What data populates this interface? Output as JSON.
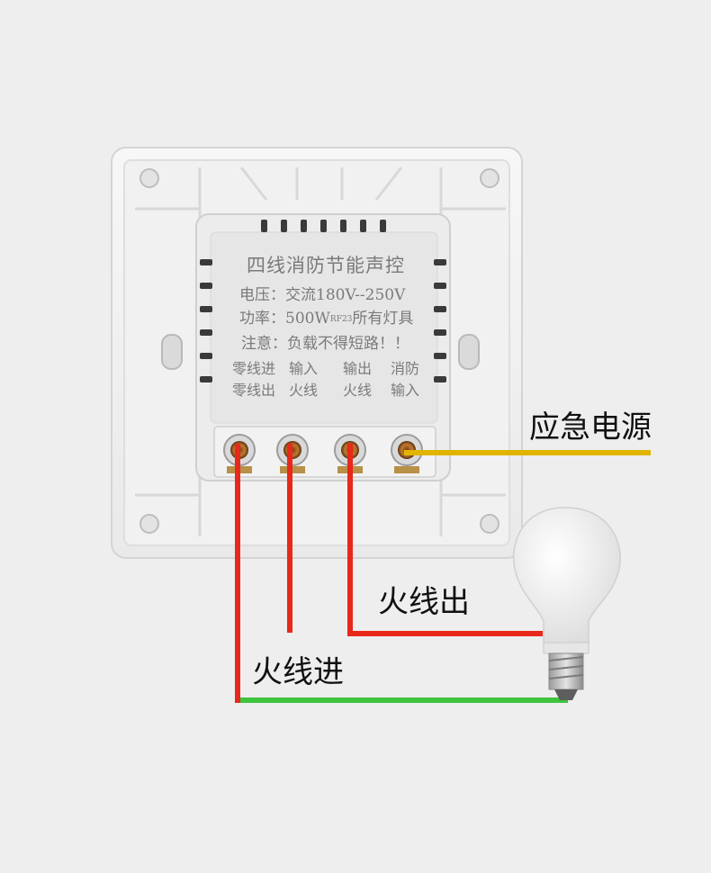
{
  "panel": {
    "title": "四线消防节能声控",
    "voltage": "电压：交流180V--250V",
    "power_prefix": "功率：500W",
    "power_mark": "RF23",
    "power_suffix": "所有灯具",
    "notice": "注意：负载不得短路！！",
    "terminals": [
      {
        "line1": "零线进",
        "line2": "零线出"
      },
      {
        "line1": "输入",
        "line2": "火线"
      },
      {
        "line1": "输出",
        "line2": "火线"
      },
      {
        "line1": "消防",
        "line2": "输入"
      }
    ]
  },
  "callouts": {
    "emergency_power": "应急电源",
    "live_out": "火线出",
    "live_in": "火线进"
  },
  "colors": {
    "live_wire": "#e8281a",
    "neutral_wire": "#3ec43e",
    "emergency_wire": "#e0b400"
  },
  "icons": [
    "light-bulb-icon",
    "screw-terminal-icon"
  ]
}
